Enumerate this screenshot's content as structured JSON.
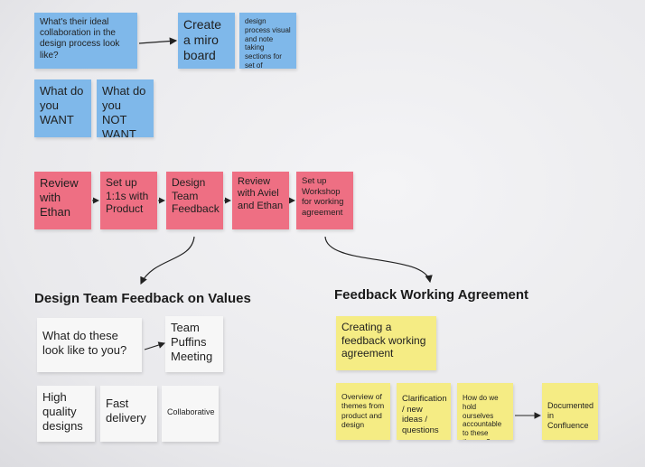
{
  "notes": {
    "ideal_collaboration": "What's their ideal collaboration in the design process look like?",
    "create_miro_board": "Create a miro board",
    "miro_board_detail": "design process visual and note taking sections for set of questions",
    "what_you_want": "What do you WANT",
    "what_you_not_want": "What do you NOT WANT",
    "review_ethan": "Review with Ethan",
    "setup_1on1": "Set up 1:1s with Product",
    "design_team_feedback": "Design Team Feedback",
    "review_aviel_ethan": "Review with Aviel and Ethan",
    "setup_workshop": "Set up Workshop for working agreement",
    "what_look_like": "What do these look like to you?",
    "team_puffins": "Team Puffins Meeting",
    "high_quality": "High quality designs",
    "fast_delivery": "Fast delivery",
    "collaborative": "Collaborative",
    "creating_agreement": "Creating a feedback working agreement",
    "overview_themes": "Overview of themes from product and design",
    "clarification": "Clarification / new ideas / questions",
    "how_accountable": "How do we hold ourselves accountable to these themes?",
    "documented_confluence": "Documented in Confluence"
  },
  "headings": {
    "design_team_values": "Design Team Feedback on Values",
    "feedback_agreement": "Feedback Working Agreement"
  },
  "colors": {
    "blue_note": "#7fb8ea",
    "pink_note": "#ee6f83",
    "white_note": "#f7f7f7",
    "yellow_note": "#f5ec84",
    "connector": "#222222"
  }
}
